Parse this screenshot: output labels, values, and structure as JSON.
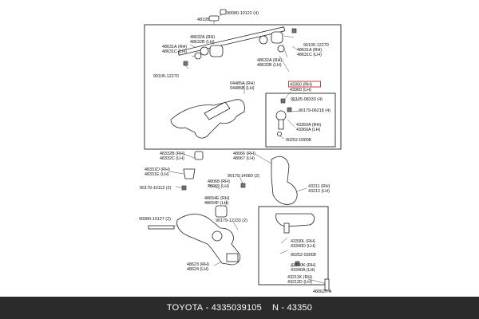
{
  "highlight_color": "#e01b1b",
  "labels": {
    "l01": "90080-10122 (4)",
    "l02": "48195",
    "l03": "48632A (RH)",
    "l04": "48632B (LH)",
    "l05": "90105-12270",
    "l06": "48631A (RH)",
    "l07": "48631C (LH)",
    "l08": "48632A (RH)",
    "l09": "48632B (LH)",
    "l10": "48631A (RH)",
    "l11": "48631C (LH)",
    "l12": "90105-12270",
    "l13": "04485A (RH)",
    "l14": "04485B (LH)",
    "l15": "43350 (RH)",
    "l16": "43360 (LH)",
    "l17": "90105-08333 (4)",
    "l18": "90179-06218 (4)",
    "l19": "43350A (RH)",
    "l20": "43360A (LH)",
    "l21": "90252-03008",
    "l22": "48332B (RH)",
    "l23": "48332C (LH)",
    "l24": "48066 (RH)",
    "l25": "48067 (LH)",
    "l26": "48331D (RH)",
    "l27": "48331E (LH)",
    "l28": "90179-14080 (2)",
    "l29": "48068 (RH)",
    "l30": "48069 (LH)",
    "l31": "90179-10113 (2)",
    "l32": "43211 (RH)",
    "l33": "43212 (LH)",
    "l34": "48654E (RH)",
    "l35": "48654F (LH)",
    "l36": "90080-10127 (2)",
    "l37": "90179-12133 (2)",
    "l38": "43330L (RH)",
    "l39": "43340D (LH)",
    "l40": "90252-03008",
    "l41": "48623 (RH)",
    "l42": "48624 (LH)",
    "l43": "43330K (RH)",
    "l44": "43340A (LH)",
    "l45": "43211K (RH)",
    "l46": "43212D (LH)",
    "l47": "480620-A"
  },
  "footer": {
    "brand": "TOYOTA",
    "sep": " - ",
    "part_no": "4335039105",
    "sep2": "    N - ",
    "ref": "43350"
  }
}
